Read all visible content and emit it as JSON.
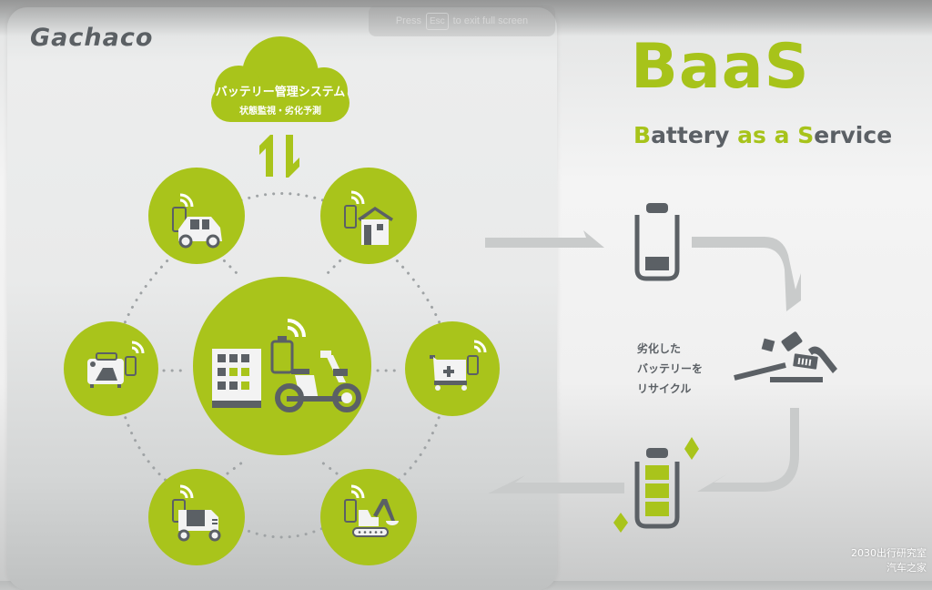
{
  "overlay": {
    "press": "Press",
    "key": "Esc",
    "rest": "to exit full screen"
  },
  "brand": {
    "logo_text": "Gachaco"
  },
  "cloud": {
    "title": "バッテリー管理システム",
    "subtitle": "状態監視・劣化予測"
  },
  "hub": {
    "center": "battery-swap-station-and-scooter",
    "nodes": [
      "car",
      "house",
      "camping-trailer",
      "medical-cart",
      "delivery-cart",
      "excavator"
    ]
  },
  "baas": {
    "title": "BaaS",
    "sub_parts": [
      {
        "text": "B",
        "accent": true
      },
      {
        "text": "attery ",
        "accent": false
      },
      {
        "text": "as",
        "accent": true
      },
      {
        "text": " ",
        "accent": false
      },
      {
        "text": "a",
        "accent": true
      },
      {
        "text": " ",
        "accent": false
      },
      {
        "text": "S",
        "accent": true
      },
      {
        "text": "ervice",
        "accent": false
      }
    ]
  },
  "recycle": {
    "lines": [
      "劣化した",
      "バッテリーを",
      "リサイクル"
    ]
  },
  "watermark": {
    "line1": "2030出行研究室",
    "line2": "汽车之家"
  },
  "colors": {
    "lime": "#a9c41b",
    "dark": "#5b6065",
    "arrow": "#c9cbcb"
  }
}
